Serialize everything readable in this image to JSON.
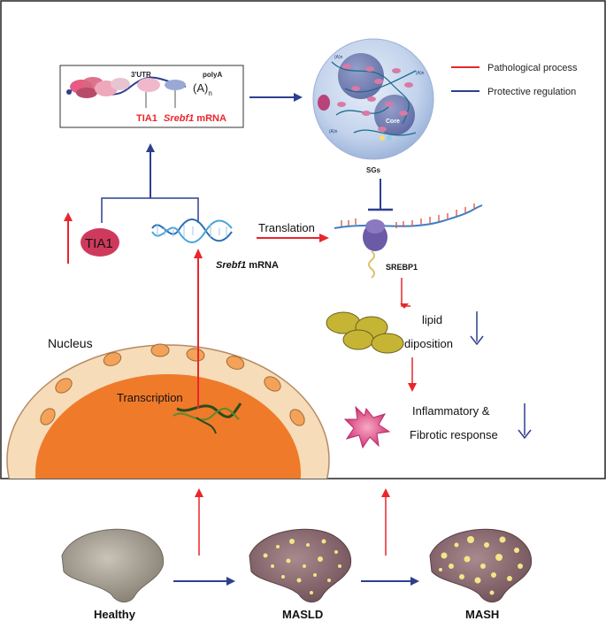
{
  "utr_box": {
    "utr": "3'UTR",
    "polya": "polyA",
    "a_tail": "(A)",
    "a_sub": "n",
    "tia1": "TIA1",
    "mrna_gene": "Srebf1",
    "mrna_word": " mRNA"
  },
  "legend": {
    "pathological": "Pathological process",
    "protective": "Protective regulation"
  },
  "sg": {
    "label": "SGs",
    "core": "Core",
    "poly_a": "(A)n"
  },
  "middle": {
    "tia1": "TIA1",
    "mrna_gene": "Srebf1",
    "mrna_word": " mRNA",
    "translation": "Translation",
    "srebp1": "SREBP1"
  },
  "lipid": {
    "line1": "lipid",
    "line2": "diposition"
  },
  "inflammation": {
    "line1": "Inflammatory &",
    "line2": "Fibrotic response"
  },
  "nucleus": {
    "label": "Nucleus",
    "transcription": "Transcription"
  },
  "livers": {
    "healthy": "Healthy",
    "masld": "MASLD",
    "mash": "MASH"
  },
  "colors": {
    "pathological": "#e8262b",
    "protective": "#2e3f8f",
    "liver_healthy": "#a59d8f",
    "liver_disease": "#8f6d72",
    "fat": "#f3e58a",
    "nucleus_orange": "#ef7a2a",
    "nucleus_shell": "#f6dcb8",
    "tia1_pink": "#cf3a5c",
    "sg_blue": "#c5d4ec"
  }
}
